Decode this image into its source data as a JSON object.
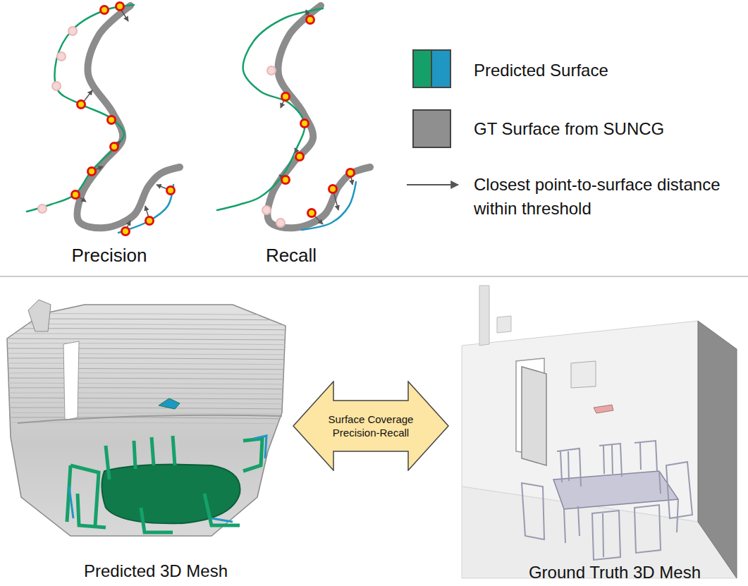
{
  "diagram": {
    "nodes": [
      {
        "text": [
          "Surface Coverage Precision-Recall"
        ]
      }
    ],
    "labels": [
      "Precision",
      "Recall",
      "Predicted 3D Mesh",
      "Ground Truth 3D Mesh"
    ],
    "legend": [
      {
        "text": "Predicted Surface",
        "color": "#15a06a"
      },
      {
        "text": "GT Surface from SUNCG",
        "color": "#8f8f8f"
      },
      {
        "text": "Closest point-to-surface distance within threshold"
      }
    ]
  }
}
